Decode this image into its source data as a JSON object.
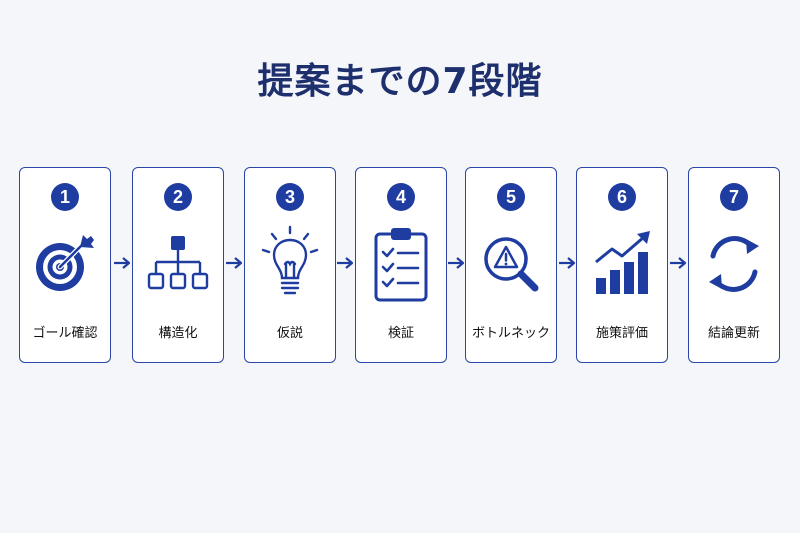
{
  "title": "提案までの7段階",
  "steps": [
    {
      "number": "1",
      "label": "ゴール確認",
      "icon": "target-icon"
    },
    {
      "number": "2",
      "label": "構造化",
      "icon": "hierarchy-icon"
    },
    {
      "number": "3",
      "label": "仮説",
      "icon": "lightbulb-icon"
    },
    {
      "number": "4",
      "label": "検証",
      "icon": "checklist-clipboard-icon"
    },
    {
      "number": "5",
      "label": "ボトルネック",
      "icon": "warning-magnifier-icon"
    },
    {
      "number": "6",
      "label": "施策評価",
      "icon": "bar-chart-trend-icon"
    },
    {
      "number": "7",
      "label": "結論更新",
      "icon": "refresh-cycle-icon"
    }
  ],
  "colors": {
    "accent": "#1f3da0",
    "title": "#1e2f6e",
    "background": "#f4f6f9",
    "card_border": "#2a46a8"
  }
}
